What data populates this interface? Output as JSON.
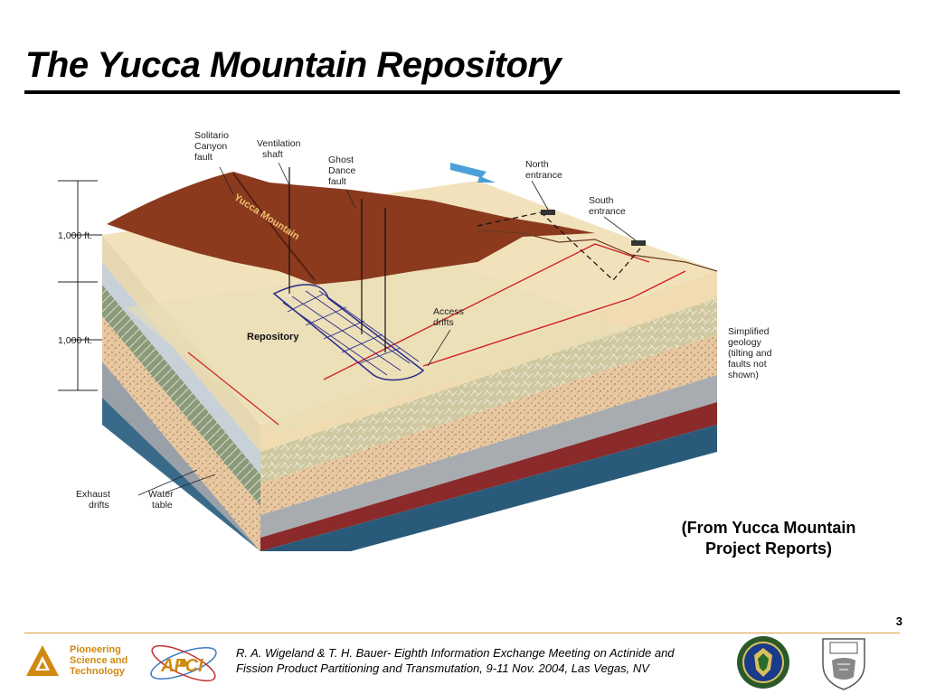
{
  "slide": {
    "title": "The Yucca Mountain Repository",
    "credit_line1": "(From Yucca Mountain",
    "credit_line2": "Project Reports)",
    "page_number": "3"
  },
  "diagram": {
    "labels": {
      "solitario_1": "Solitario",
      "solitario_2": "Canyon",
      "solitario_3": "fault",
      "ventilation_1": "Ventilation",
      "ventilation_2": "shaft",
      "ghost_1": "Ghost",
      "ghost_2": "Dance",
      "ghost_3": "fault",
      "north_1": "North",
      "north_2": "entrance",
      "south_1": "South",
      "south_2": "entrance",
      "mountain": "Yucca Mountain",
      "access_1": "Access",
      "access_2": "drifts",
      "repository": "Repository",
      "geology_1": "Simplified",
      "geology_2": "geology",
      "geology_3": "(tilting and",
      "geology_4": "faults not",
      "geology_5": "shown)",
      "depth_1": "1,000 ft.",
      "depth_2": "1,000 ft.",
      "exhaust_1": "Exhaust",
      "exhaust_2": "drifts",
      "water_1": "Water",
      "water_2": "table"
    }
  },
  "footer": {
    "anl_line1": "Pioneering",
    "anl_line2": "Science and",
    "anl_line3": "Technology",
    "citation_line1": "R. A. Wigeland & T. H. Bauer- Eighth Information Exchange Meeting on Actinide and",
    "citation_line2": "Fission Product Partitioning and Transmutation, 9-11 Nov. 2004, Las Vegas, NV",
    "afci_text": "AFCI"
  },
  "colors": {
    "accent": "#e0a040",
    "anl_orange": "#d08a10",
    "mountain": "#8b3a1e",
    "repository_grid": "#2a2a8a",
    "access_line": "#d02020"
  }
}
